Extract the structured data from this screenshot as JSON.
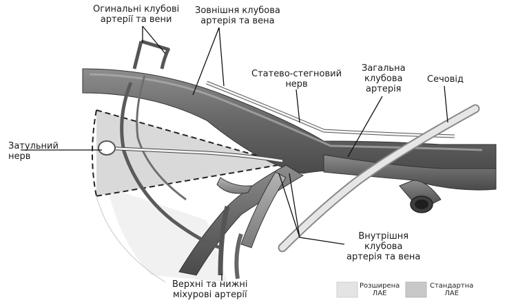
{
  "labels": {
    "gonadal": [
      "Огинальні клубові",
      "артерії та вени"
    ],
    "external_iliac": [
      "Зовнішня клубова",
      "артерія та вена"
    ],
    "genitofemoral": [
      "Статево-стегновий",
      "нерв"
    ],
    "common_iliac": [
      "Загальна",
      "клубова",
      "артерія"
    ],
    "ureter": [
      "Сечовід"
    ],
    "obturator": [
      "Затульний",
      "нерв"
    ],
    "internal_iliac": [
      "Внутрішня",
      "клубова",
      "артерія та вена"
    ],
    "vesical": [
      "Верхні та нижні",
      "міхурові артерії"
    ]
  },
  "legend": {
    "extended": [
      "Розширена",
      "ЛАЕ"
    ],
    "standard": [
      "Стандартна",
      "ЛАЕ"
    ],
    "extended_color": "#e4e4e4",
    "standard_color": "#c8c8c8"
  },
  "colors": {
    "vessel_dark": "#5a5a5a",
    "vessel_mid": "#7d7d7d",
    "vessel_light": "#a4a4a4",
    "field_shade": "#d9d9d9"
  }
}
